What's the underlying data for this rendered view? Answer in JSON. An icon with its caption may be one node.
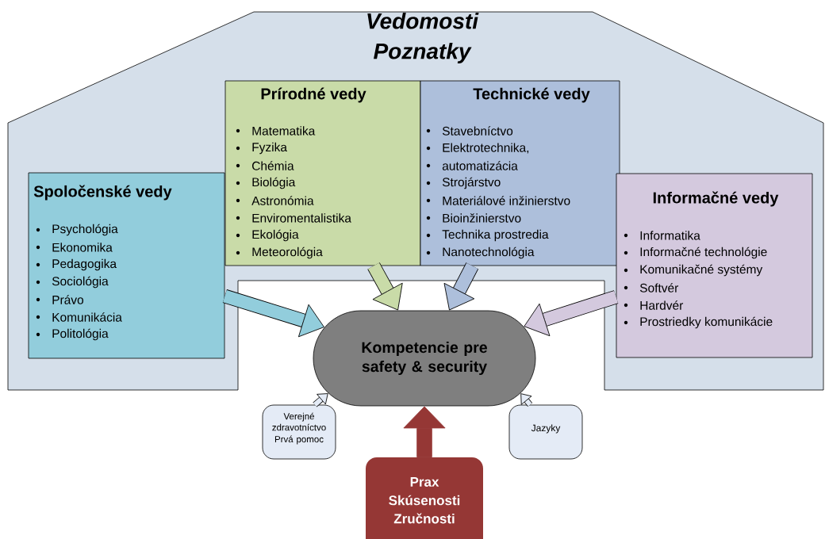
{
  "diagram": {
    "nodes": [
      {
        "text": [
          "Vedomosti Poznatky"
        ]
      },
      {
        "text": [
          "Prírodné vedy",
          "Matematika",
          "Fyzika",
          "Chémia",
          "Biológia",
          "Astronómia",
          "Enviromentalistika",
          "Ekológia",
          "Meteorológia"
        ],
        "in": 0
      },
      {
        "text": [
          "Technické vedy",
          "Stavebníctvo",
          "Elektrotechnika,",
          "automatizácia",
          "Strojárstvo",
          "Materiálové inžinierstvo",
          "Bioinžinierstvo",
          "Technika prostredia",
          "Nanotechnológia"
        ],
        "in": 0
      },
      {
        "text": [
          "Spoločenské vedy",
          "Psychológia",
          "Ekonomika",
          "Pedagogika",
          "Sociológia",
          "Právo",
          "Komunikácia",
          "Politológia"
        ],
        "in": 0
      },
      {
        "text": [
          "Informačné vedy",
          "Informatika",
          "Informačné technológie",
          "Komunikačné systémy",
          "Softvér",
          "Hardvér",
          "Prostriedky komunikácie"
        ],
        "in": 0
      },
      {
        "text": [
          "Kompetencie pre safety & security"
        ]
      },
      {
        "text": [
          "Verejné zdravotníctvo",
          "Prvá pomoc"
        ]
      },
      {
        "text": [
          "Jazyky"
        ]
      },
      {
        "text": [
          "Prax",
          "Skúsenosti",
          "Zručnosti"
        ]
      }
    ],
    "edges": [
      {
        "from": 3,
        "to": 5,
        "arrow": "to"
      },
      {
        "from": 1,
        "to": 5,
        "arrow": "to"
      },
      {
        "from": 2,
        "to": 5,
        "arrow": "to"
      },
      {
        "from": 4,
        "to": 5,
        "arrow": "to"
      },
      {
        "from": 6,
        "to": 5,
        "arrow": "to"
      },
      {
        "from": 7,
        "to": 5,
        "arrow": "to"
      },
      {
        "from": 8,
        "to": 5,
        "arrow": "to",
        "color": "#953735"
      }
    ]
  }
}
